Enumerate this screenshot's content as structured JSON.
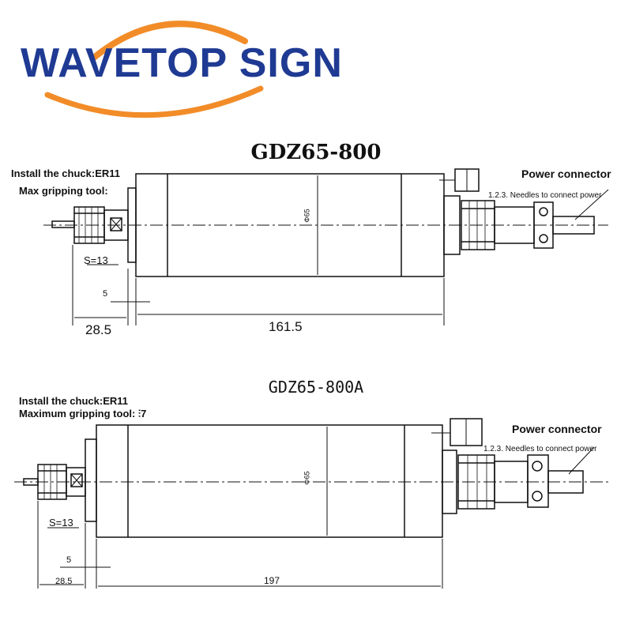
{
  "logo": {
    "text": "WAVETOP SIGN",
    "brand_color": "#1f3a93",
    "arc_color": "#f28c28"
  },
  "drawing1": {
    "title": "GDZ65-800",
    "chuck_label": "Install the chuck:ER11",
    "grip_label": "Max gripping tool:",
    "power_label": "Power connector",
    "needles_label": "1.2.3. Needles to connect power",
    "s_label": "S=13",
    "dim_5": "5",
    "dim_left": "28.5",
    "dim_body": "161.5",
    "diameter": "Φ65"
  },
  "drawing2": {
    "title": "GDZ65-800A",
    "chuck_label": "Install the chuck:ER11",
    "grip_label": "Maximum gripping tool: ⫶7",
    "power_label": "Power connector",
    "needles_label": "1.2.3. Needles to connect power",
    "s_label": "S=13",
    "dim_5": "5",
    "dim_left": "28.5",
    "dim_body": "197",
    "diameter": "Φ65"
  }
}
